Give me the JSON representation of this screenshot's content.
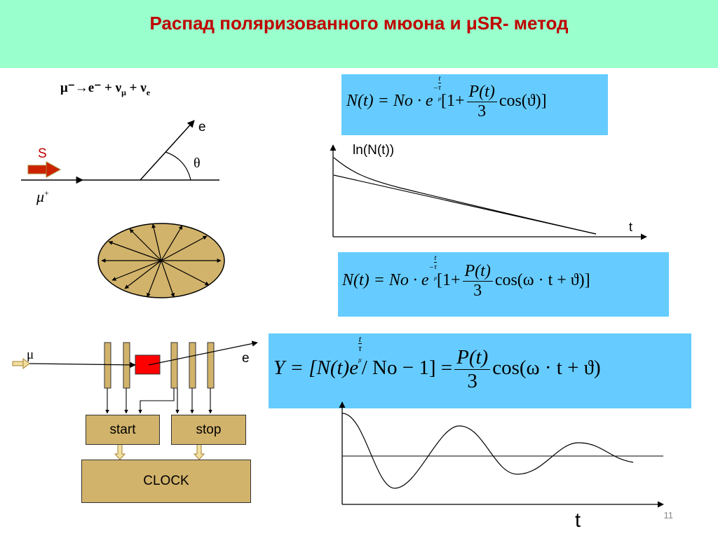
{
  "slide": {
    "title": "Распад поляризованного мюона  и μSR- метод",
    "page_number": "11"
  },
  "decay": {
    "reaction": "μ⁻→e⁻ + ν",
    "mu_sub": "μ",
    "plus_nu": " + ν",
    "e_sub": "e",
    "spin_label": "S",
    "muon_label": "μ",
    "muon_sup": "+",
    "electron_label": "e",
    "angle_label": "θ"
  },
  "formula1": {
    "lhs": "N(t) = No · e",
    "exp_num": "t",
    "exp_den": "τ",
    "exp_den_sub": "μ",
    "bracket_open": "[1+",
    "frac_num": "P(t)",
    "frac_den": "3",
    "tail": "cos(ϑ)]"
  },
  "formula2": {
    "lhs": "N(t) = No · e",
    "exp_num": "t",
    "exp_den": "τ",
    "exp_den_sub": "μ",
    "bracket_open": "[1+",
    "frac_num": "P(t)",
    "frac_den": "3",
    "tail": "cos(ω · t + ϑ)]"
  },
  "formula3": {
    "lhs": "Y = [N(t)e",
    "exp_num": "t",
    "exp_den": "τ",
    "exp_den_sub": "μ",
    "mid": "/ No − 1] =",
    "frac_num": "P(t)",
    "frac_den": "3",
    "tail": "cos(ω · t + ϑ)"
  },
  "log_plot": {
    "ylabel": "ln(N(t))",
    "xlabel": "t"
  },
  "setup": {
    "muon_in_label": "μ",
    "electron_out_label": "e",
    "start_label": "start",
    "stop_label": "stop",
    "clock_label": "CLOCK"
  },
  "osc_plot": {
    "xlabel": "t"
  },
  "colors": {
    "header_bg": "#99ffcc",
    "title": "#c00000",
    "formula_bg": "#66ccff",
    "ellipse_fill": "#d2b36b",
    "sample": "#ff0000",
    "spin_arrow": "#cc2200"
  }
}
